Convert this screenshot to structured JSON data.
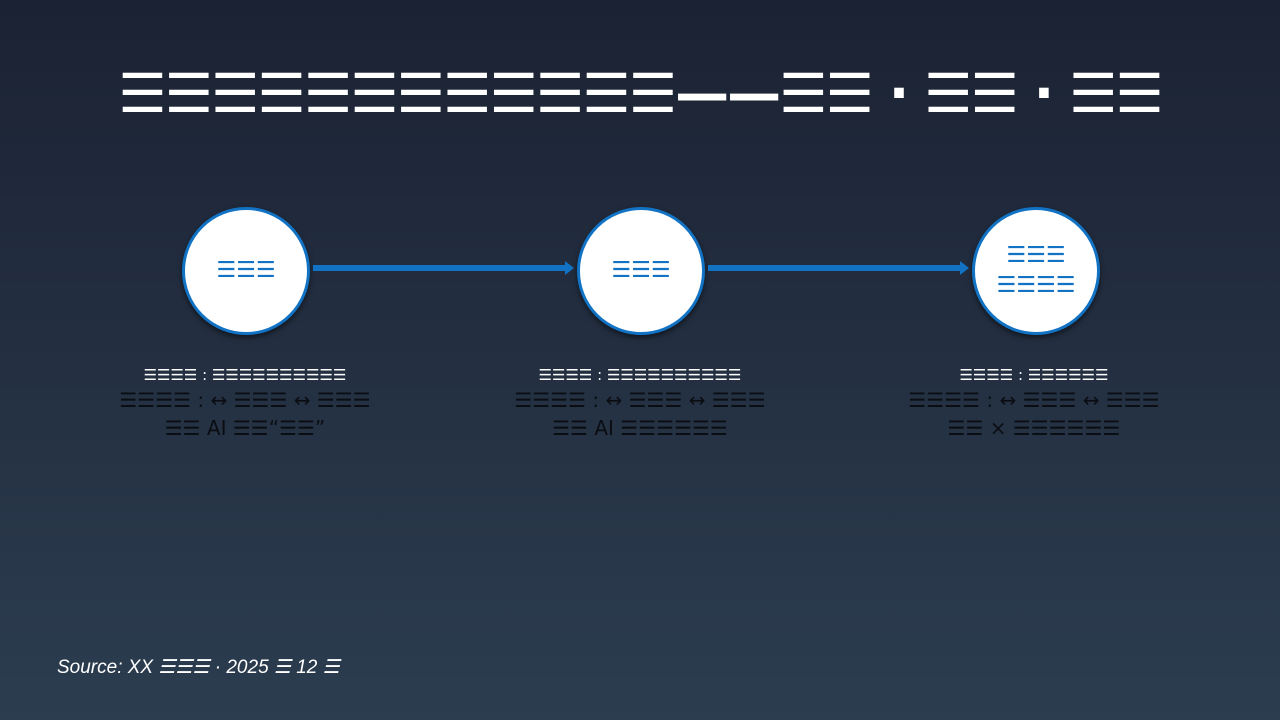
{
  "title": "☰☰☰☰☰☰☰☰☰☰☰☰——☰☰ · ☰☰ · ☰☰",
  "nodes": [
    {
      "lines": [
        "☰☰☰"
      ],
      "caption": [
        "☰☰☰☰ : ☰☰☰☰☰☰☰☰☰☰",
        "☰☰☰☰ : ↔ ☰☰☰ ↔ ☰☰☰",
        "☰☰ AI ☰☰“☰☰”"
      ]
    },
    {
      "lines": [
        "☰☰☰"
      ],
      "caption": [
        "☰☰☰☰ : ☰☰☰☰☰☰☰☰☰☰",
        "☰☰☰☰ : ↔ ☰☰☰ ↔ ☰☰☰",
        "☰☰ AI ☰☰☰☰☰☰"
      ]
    },
    {
      "lines": [
        "☰☰☰",
        "☰☰☰☰"
      ],
      "caption": [
        "☰☰☰☰ : ☰☰☰☰☰☰",
        "☰☰☰☰ : ↔ ☰☰☰ ↔ ☰☰☰",
        "☰☰ × ☰☰☰☰☰☰"
      ]
    }
  ],
  "source": "Source: XX ☰☰☰ · 2025 ☰ 12 ☰",
  "colors": {
    "accent": "#1273c4"
  }
}
